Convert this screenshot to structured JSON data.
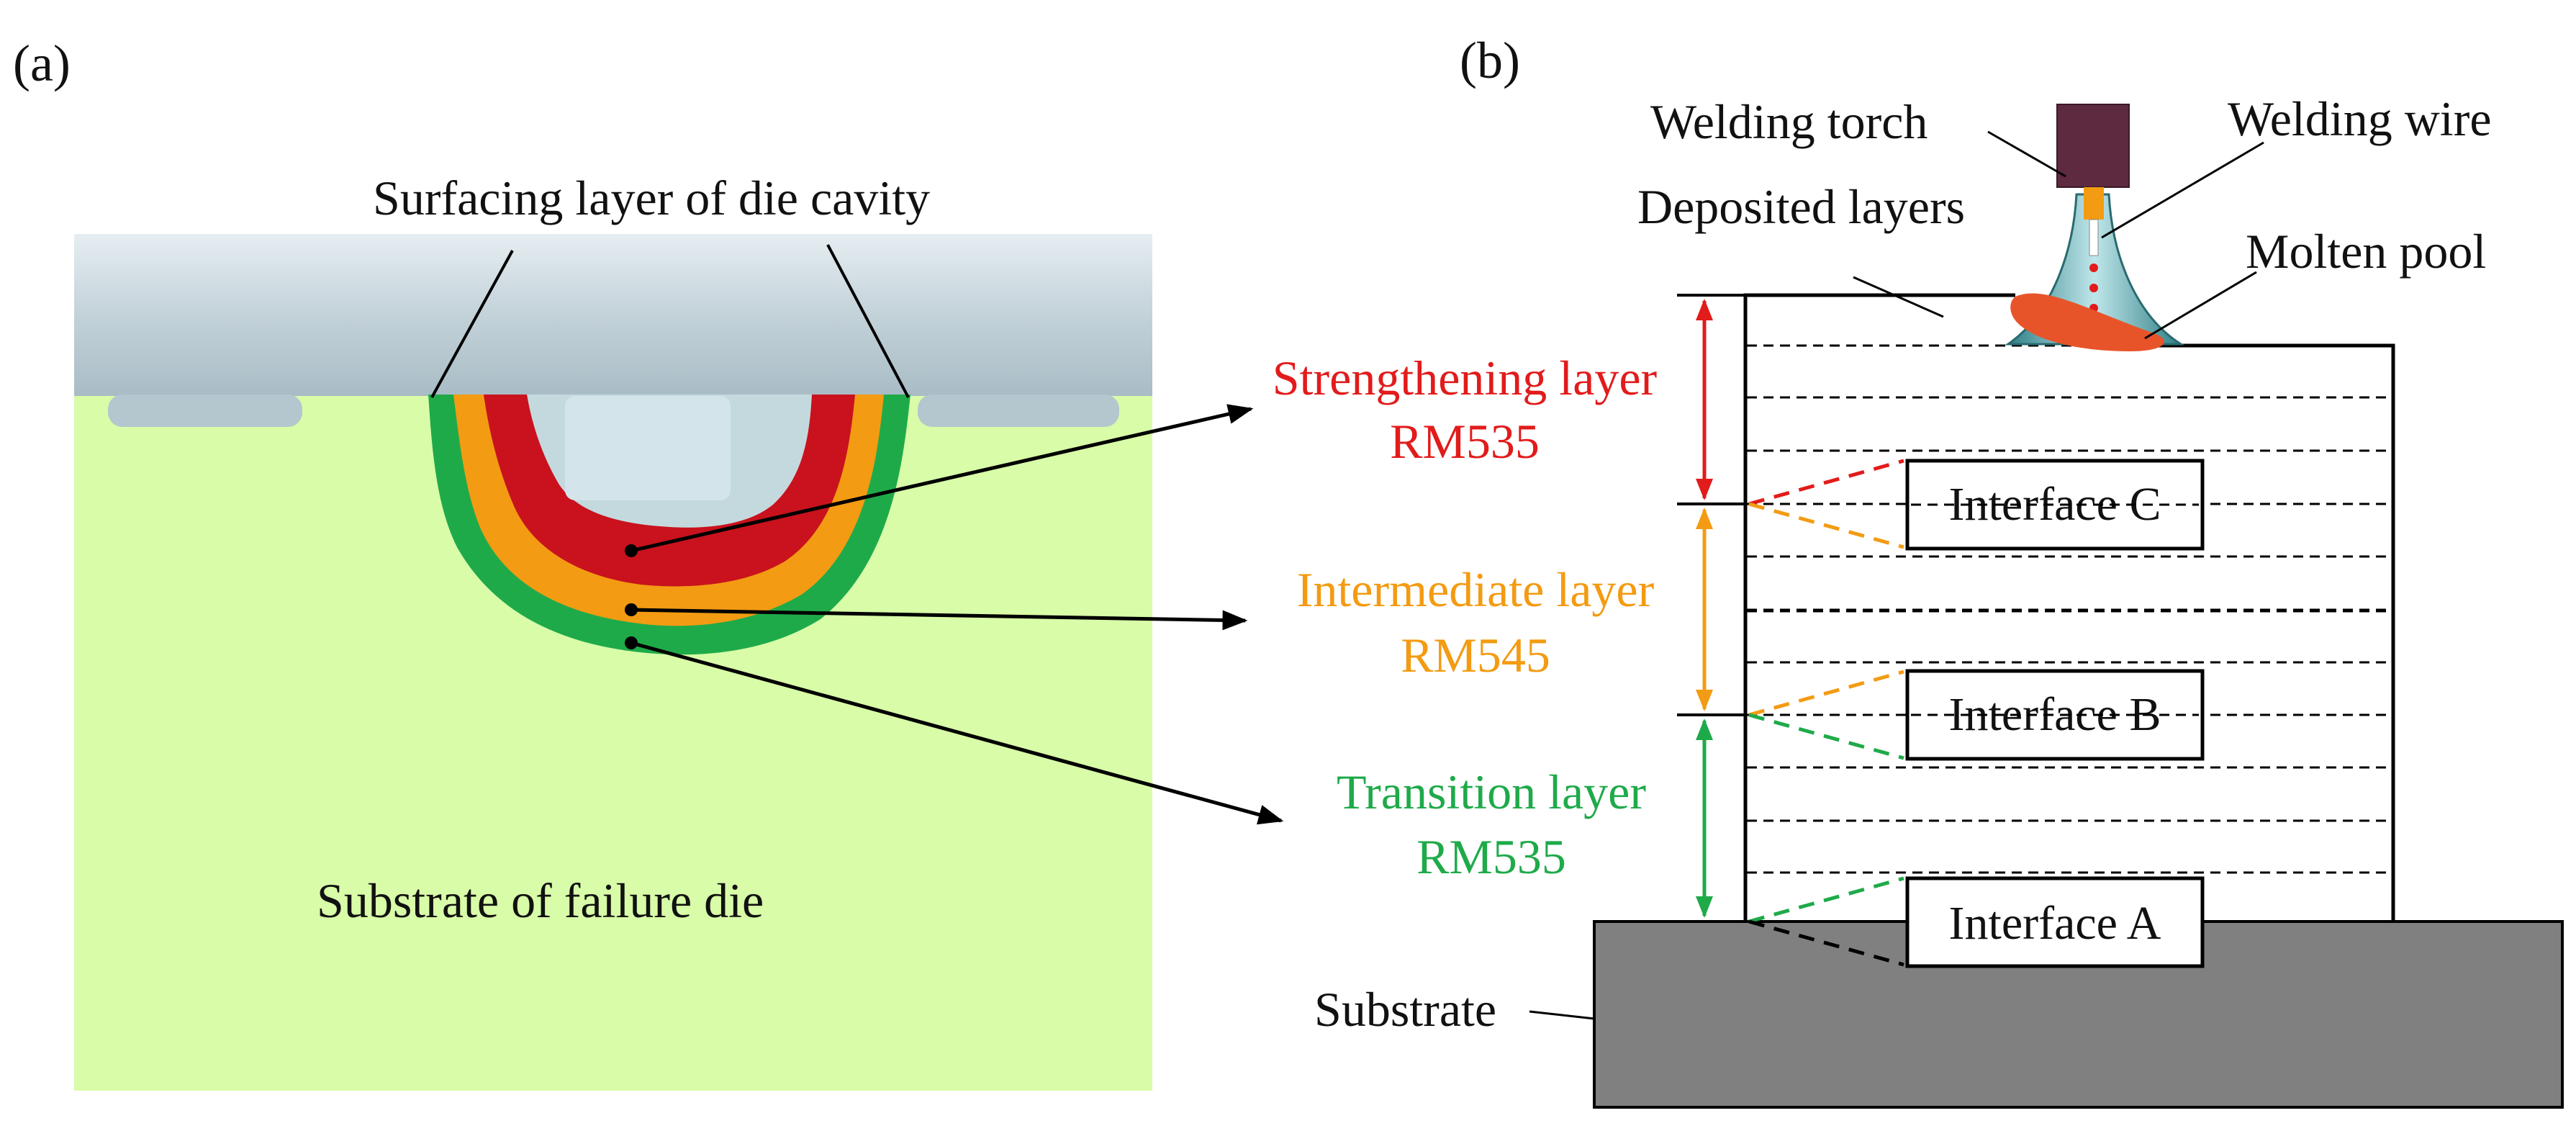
{
  "panel_a": {
    "label": "(a)",
    "surfacing_label": "Surfacing layer of die cavity",
    "substrate_label": "Substrate of failure die",
    "layers": {
      "strengthening": {
        "name": "Strengthening layer",
        "material": "RM535"
      },
      "intermediate": {
        "name": "Intermediate layer",
        "material": "RM545"
      },
      "transition": {
        "name": "Transition layer",
        "material": "RM535"
      }
    }
  },
  "panel_b": {
    "label": "(b)",
    "welding_torch": "Welding torch",
    "welding_wire": "Welding wire",
    "deposited_layers": "Deposited layers",
    "molten_pool": "Molten pool",
    "substrate": "Substrate",
    "interfaces": [
      "Interface C",
      "Interface B",
      "Interface A"
    ]
  },
  "colors": {
    "red": "#e21b1b",
    "orange": "#f39b12",
    "green": "#1faa4a",
    "die_bg": "#d8fca8",
    "die_plate": "#c6d5dc",
    "substrate": "#808080"
  }
}
